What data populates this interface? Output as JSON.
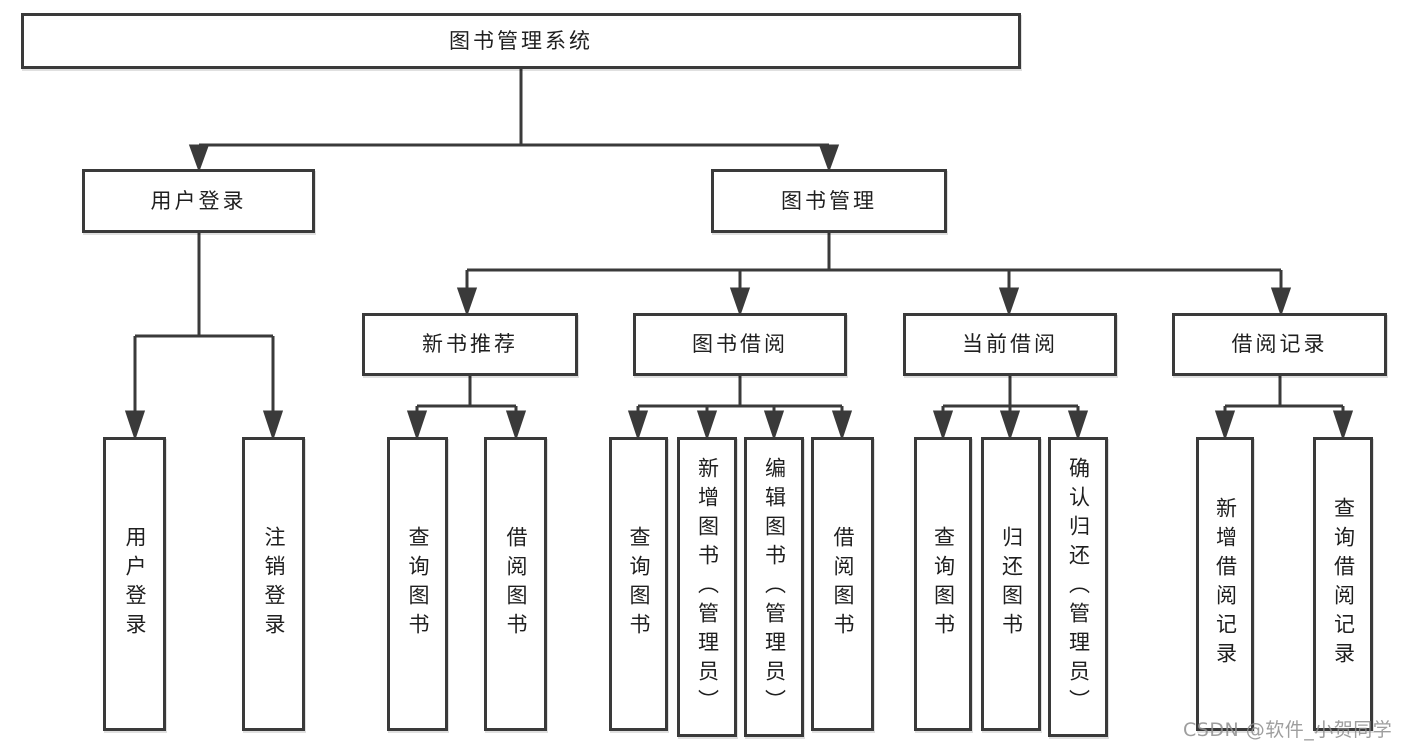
{
  "diagram": {
    "type": "tree",
    "root": {
      "label": "图书管理系统",
      "children": [
        {
          "label": "用户登录",
          "children": [
            {
              "label": "用户登录"
            },
            {
              "label": "注销登录"
            }
          ]
        },
        {
          "label": "图书管理",
          "children": [
            {
              "label": "新书推荐",
              "children": [
                {
                  "label": "查询图书"
                },
                {
                  "label": "借阅图书"
                }
              ]
            },
            {
              "label": "图书借阅",
              "children": [
                {
                  "label": "查询图书"
                },
                {
                  "label": "新增图书（管理员）"
                },
                {
                  "label": "编辑图书（管理员）"
                },
                {
                  "label": "借阅图书"
                }
              ]
            },
            {
              "label": "当前借阅",
              "children": [
                {
                  "label": "查询图书"
                },
                {
                  "label": "归还图书"
                },
                {
                  "label": "确认归还（管理员）"
                }
              ]
            },
            {
              "label": "借阅记录",
              "children": [
                {
                  "label": "新增借阅记录"
                },
                {
                  "label": "查询借阅记录"
                }
              ]
            }
          ]
        }
      ]
    }
  },
  "watermark": {
    "text": "CSDN @软件_小贺同学"
  },
  "colors": {
    "line": "#3a3a3a",
    "text": "#1f1f1f",
    "background": "#ffffff",
    "watermark": "#8e8e8e"
  }
}
